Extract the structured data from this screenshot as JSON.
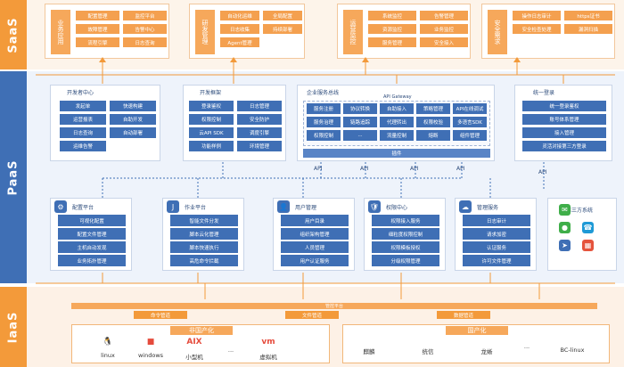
{
  "layers": {
    "saas": "SaaS",
    "paas": "PaaS",
    "iaas": "IaaS"
  },
  "saas": [
    {
      "category": "业务应用",
      "chips": [
        "配置管理",
        "监控平台",
        "故障管理",
        "告警中心",
        "流程引擎",
        "日志查询"
      ]
    },
    {
      "category": "研发管理",
      "chips": [
        "自动化运维",
        "全局配置",
        "日志收集",
        "持续部署",
        "Agent管理"
      ]
    },
    {
      "category": "运营监控",
      "chips": [
        "系统监控",
        "告警管理",
        "资源监控",
        "业务监控",
        "服务管理",
        "安全接入"
      ]
    },
    {
      "category": "安全需求",
      "chips": [
        "操作日志审计",
        "https证书",
        "安全检查处理",
        "漏洞扫描"
      ]
    }
  ],
  "paas": {
    "dev_center": {
      "title": "开发者中心",
      "items": [
        "发起单",
        "快速构建",
        "运营报表",
        "自助开发",
        "日志查询",
        "自动部署",
        "运维告警"
      ]
    },
    "dev_ops": {
      "title": "开发框架",
      "items": [
        "登录鉴权",
        "日志管理",
        "权限控制",
        "安全防护",
        "云API SDK",
        "调度引擎",
        "功能样例",
        "环境管理"
      ]
    },
    "api_gateway": {
      "title": "企业服务总线",
      "subtitle": "API Gateway",
      "items": [
        "服务注册",
        "协议转换",
        "自助接入",
        "策略管理",
        "API在线调试",
        "服务治理",
        "链路追踪",
        "代理转出",
        "权限校验",
        "多语言SDK",
        "权限控制",
        "...",
        "流量控制",
        "熔断",
        "组件管理"
      ],
      "footer": "插件"
    },
    "sso": {
      "title": "统一登录",
      "items": [
        "统一登录鉴权",
        "账号体系管理",
        "接入管理",
        "灵活对接第三方登录"
      ]
    },
    "config": {
      "title": "配置平台",
      "items": [
        "可视化配置",
        "配置文件管理",
        "主机自动发现",
        "业务拓扑管理"
      ]
    },
    "task": {
      "title": "作业平台",
      "items": [
        "智能文件分发",
        "脚本云化管理",
        "脚本快速执行",
        "高危命令拦截"
      ]
    },
    "user": {
      "title": "用户管理",
      "items": [
        "用户目录",
        "组织架构管理",
        "人员管理",
        "用户认证服务"
      ]
    },
    "perm": {
      "title": "权限中心",
      "items": [
        "权限接入服务",
        "细粒度权限控制",
        "权限模板授权",
        "分级权限管理"
      ]
    },
    "mgmt": {
      "title": "管理服务",
      "items": [
        "日志审计",
        "请求加密",
        "认证服务",
        "许可文件管理"
      ]
    },
    "third": {
      "title": "第三方系统"
    },
    "api_label": "API"
  },
  "iaas": {
    "platform": "管控平台",
    "bars": [
      "命令管道",
      "文件管道",
      "数据管道"
    ],
    "non_domestic": {
      "title": "非国产化",
      "items": [
        "linux",
        "windows",
        "小型机",
        "...",
        "虚拟机"
      ],
      "logos": [
        "🐧",
        "■",
        "AIX",
        "",
        "vm"
      ]
    },
    "domestic": {
      "title": "国产化",
      "items": [
        "麒麟",
        "统信",
        "龙蜥",
        "...",
        "BC-linux"
      ]
    }
  },
  "colors": {
    "orange": "#f39a3a",
    "blue": "#3f6fb5"
  }
}
